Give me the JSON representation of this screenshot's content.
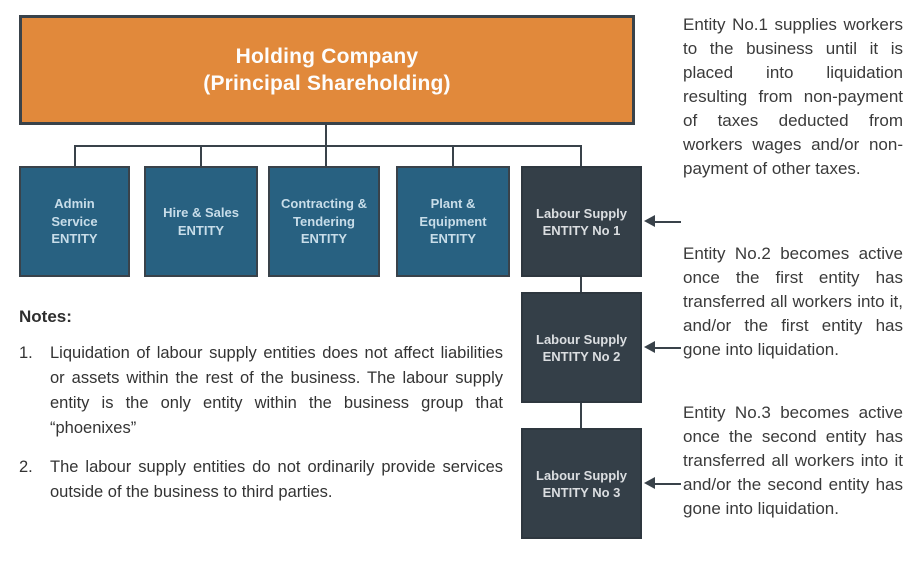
{
  "diagram": {
    "holding": {
      "label": "Holding Company\n(Principal Shareholding)"
    },
    "entities": [
      {
        "label": "Admin\nService\nENTITY"
      },
      {
        "label": "Hire & Sales\nENTITY"
      },
      {
        "label": "Contracting &\nTendering\nENTITY"
      },
      {
        "label": "Plant &\nEquipment\nENTITY"
      }
    ],
    "labour_entities": [
      {
        "label": "Labour Supply\nENTITY No 1"
      },
      {
        "label": "Labour Supply\nENTITY No 2"
      },
      {
        "label": "Labour Supply\nENTITY No 3"
      }
    ]
  },
  "notes": {
    "heading": "Notes:",
    "items": [
      {
        "number": "1.",
        "text": "Liquidation of labour supply entities does not affect liabilities or assets within the rest of the business. The labour supply entity is the only entity within the business group that “phoenixes”"
      },
      {
        "number": "2.",
        "text": "The labour supply entities do not ordinarily provide services outside of the business to third parties."
      }
    ]
  },
  "annotations": [
    {
      "text": "Entity No.1 supplies workers to the business until it is placed into liquidation resulting from non-payment of taxes deducted from workers wages and/or non-payment of other taxes."
    },
    {
      "text": "Entity No.2 becomes active once the first entity has transferred all workers into it, and/or the first entity has gone into liquidation."
    },
    {
      "text": "Entity No.3 becomes active once the second entity has transferred all workers into it and/or the second entity has gone into liquidation."
    }
  ],
  "colors": {
    "holding_fill": "#E1893B",
    "entity_fill": "#286181",
    "labour_fill": "#343F48",
    "line": "#39424A",
    "annotation_text": "#3A3A3A"
  }
}
